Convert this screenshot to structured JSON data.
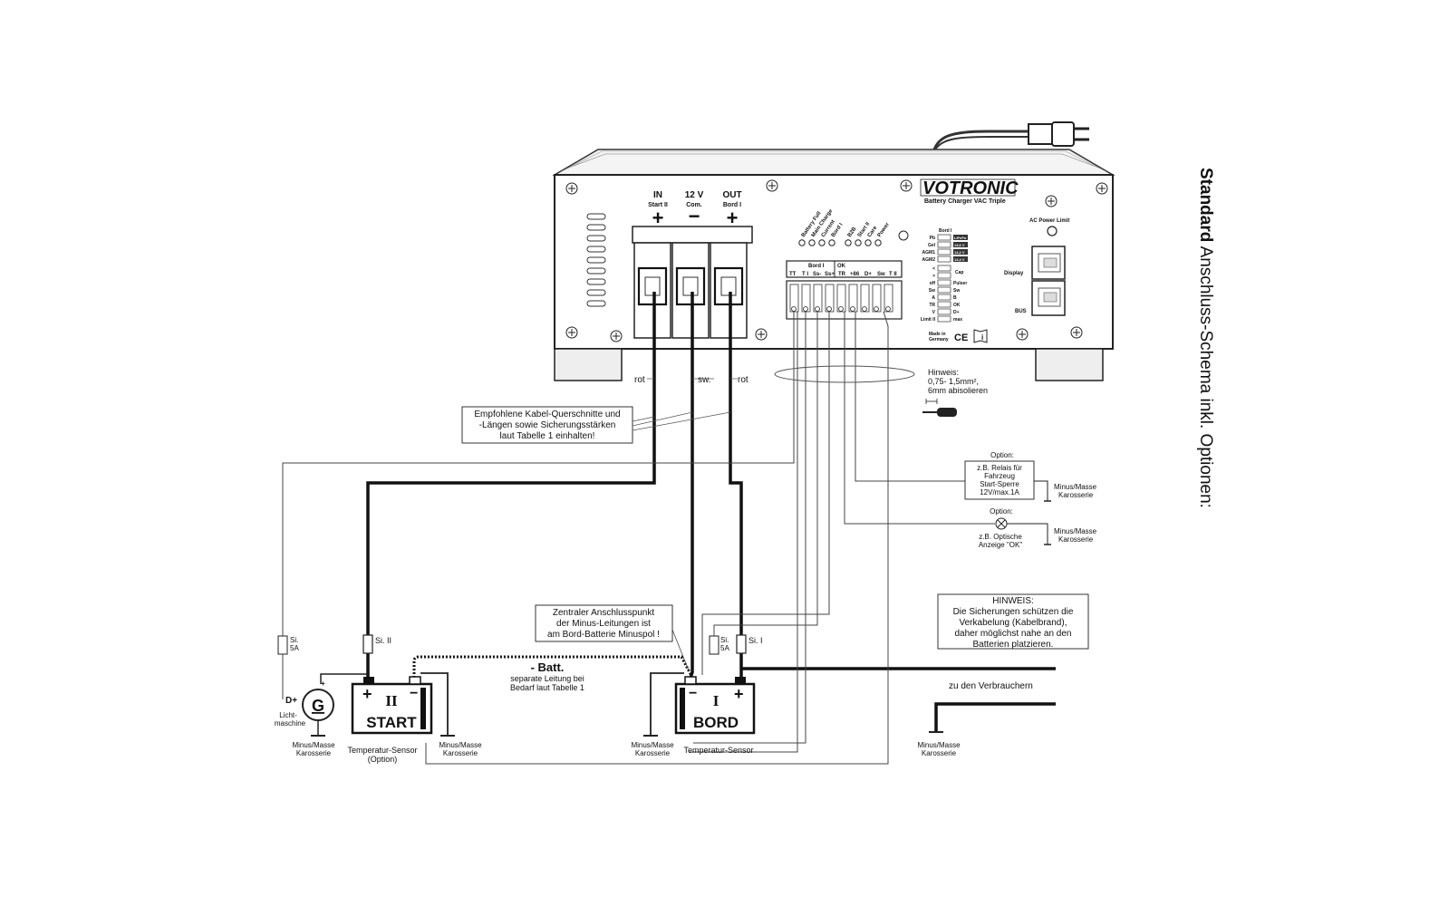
{
  "device": {
    "brand": "VOTRONIC",
    "model": "Battery Charger VAC Triple",
    "terminals": [
      {
        "top": "IN",
        "sub": "Start II",
        "sign": "+"
      },
      {
        "top": "12 V",
        "sub": "Com.",
        "sign": "−"
      },
      {
        "top": "OUT",
        "sub": "Bord I",
        "sign": "+"
      }
    ],
    "leds": [
      "Battery Full",
      "Main Charge",
      "Current",
      "Bord I",
      "B2B",
      "Start II",
      "Care",
      "Power"
    ],
    "connector_top": {
      "left": "Bord I",
      "right": "OK"
    },
    "connector_pins": [
      "TT",
      "T I",
      "Ss-",
      "Ss+",
      "TR",
      "+86",
      "D+",
      "Sw",
      "T II"
    ],
    "dip_header": "Bord I",
    "dip_rows": [
      "Pb",
      "Gel",
      "AGM1",
      "AGM2"
    ],
    "dip_values": [
      "LiFePo",
      "13,6 V",
      "14,2 V",
      "14,4 V"
    ],
    "dip2_left": [
      "<",
      ">",
      "off",
      "Sw",
      "A",
      "TR",
      "V",
      "Limit II"
    ],
    "dip2_right": [
      "",
      "Cap",
      "Pulser",
      "Sw",
      "B",
      "OK",
      "D+",
      "max"
    ],
    "ac_power_limit": "AC Power Limit",
    "display": "Display",
    "bus": "BUS",
    "made_in": "Made in Germany",
    "ce": "CE"
  },
  "wires": {
    "red1": "rot",
    "black": "sw.",
    "red2": "rot"
  },
  "notes": {
    "cable": [
      "Empfohlene Kabel-Querschnitte und",
      "-Längen sowie Sicherungsstärken",
      "laut Tabelle 1  einhalten!"
    ],
    "hint": [
      "Hinweis:",
      "0,75- 1,5mm²,",
      "6mm abisolieren"
    ],
    "central": [
      "Zentraler Anschlusspunkt",
      "der Minus-Leitungen ist",
      "am Bord-Batterie Minuspol !"
    ],
    "batt_label": "- Batt.",
    "batt_sub": [
      "separate Leitung bei",
      "Bedarf laut Tabelle 1"
    ],
    "hinweis": [
      "HINWEIS:",
      "Die Sicherungen schützen die",
      "Verkabelung (Kabelbrand),",
      "daher möglichst nahe an den",
      "Batterien platzieren."
    ]
  },
  "options": {
    "relay_title": "Option:",
    "relay": [
      "z.B. Relais für",
      "Fahrzeug",
      "Start-Sperre",
      "12V/max.1A"
    ],
    "lamp_title": "Option:",
    "lamp": [
      "z.B. Optische",
      "Anzeige \"OK\""
    ]
  },
  "ground": [
    "Minus/Masse",
    "Karosserie"
  ],
  "fuses": {
    "start": "Si. II",
    "bord": "Si. I",
    "small": [
      "Si.",
      "5A"
    ]
  },
  "alternator": {
    "letter": "G",
    "plus": "+",
    "dplus": "D+",
    "label": [
      "Licht-",
      "maschine"
    ]
  },
  "battery_start": {
    "roman": "II",
    "name": "START",
    "plus": "+",
    "minus": "−"
  },
  "battery_bord": {
    "roman": "I",
    "name": "BORD",
    "plus": "+",
    "minus": "−"
  },
  "temp_sensor_start": [
    "Temperatur-Sensor",
    "(Option)"
  ],
  "temp_sensor_bord": "Temperatur-Sensor",
  "consumers": "zu den Verbrauchern",
  "side_title": {
    "bold": "Standard",
    "rest": " Anschluss-Schema inkl. Optionen:"
  }
}
